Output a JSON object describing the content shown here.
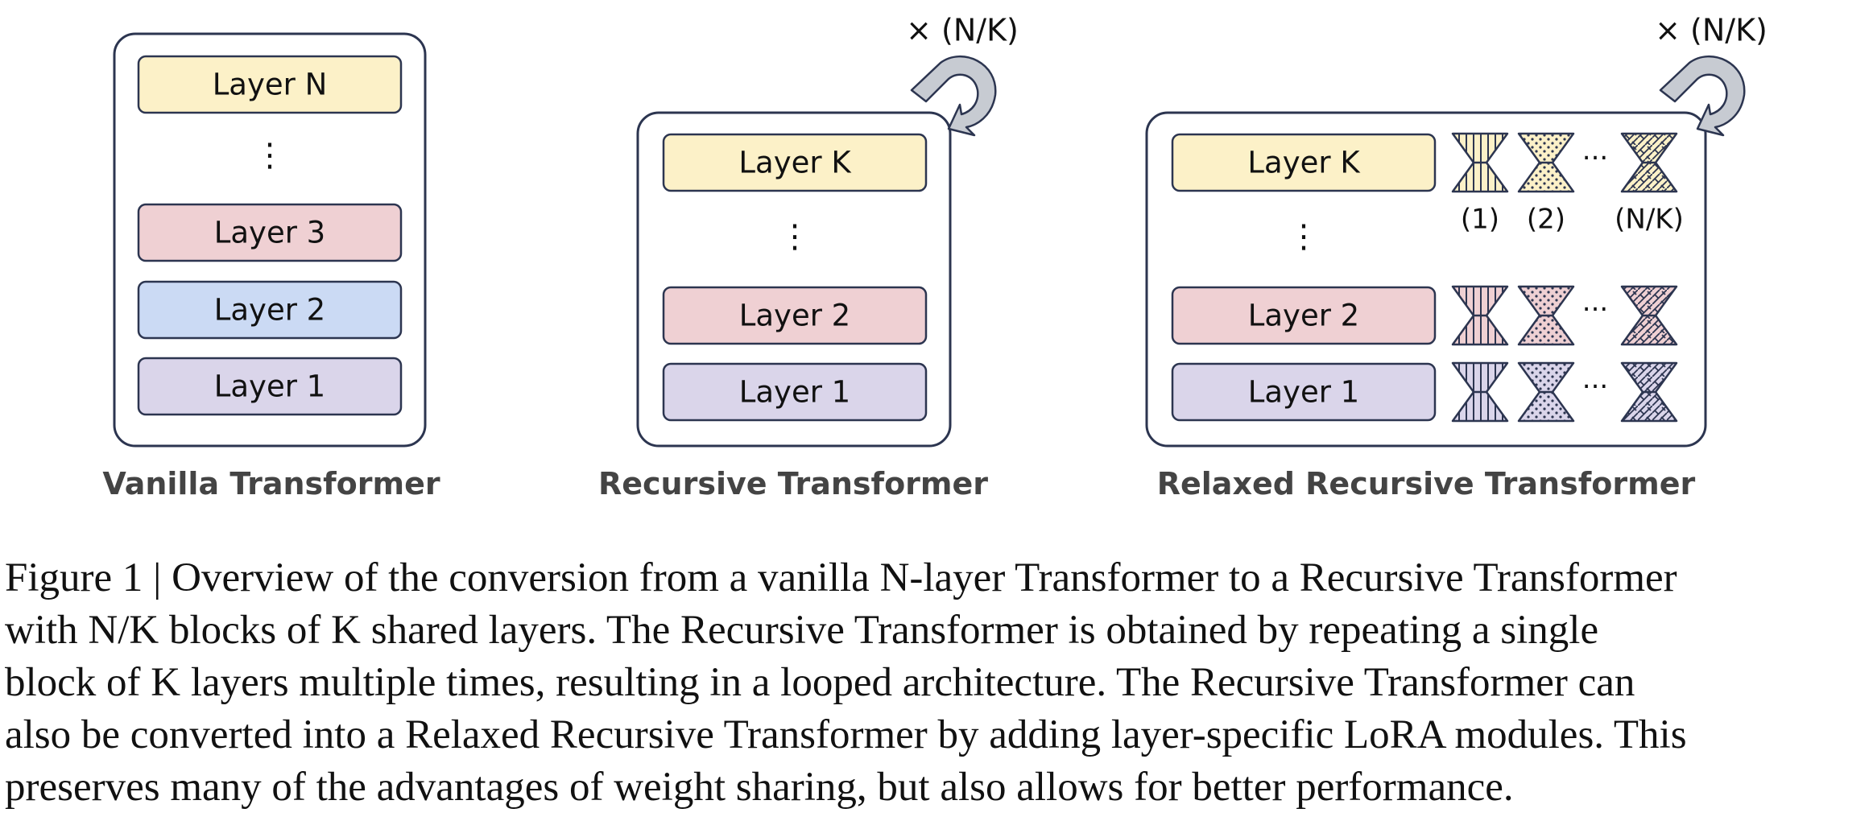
{
  "vanilla": {
    "title": "Vanilla Transformer",
    "layers": [
      "Layer N",
      "⋮",
      "Layer 3",
      "Layer 2",
      "Layer 1"
    ]
  },
  "recursive": {
    "title": "Recursive Transformer",
    "repeat": "× (N/K)",
    "layers": [
      "Layer K",
      "⋮",
      "Layer 2",
      "Layer 1"
    ]
  },
  "relaxed": {
    "title": "Relaxed Recursive Transformer",
    "repeat": "× (N/K)",
    "layers": [
      "Layer K",
      "⋮",
      "Layer 2",
      "Layer 1"
    ],
    "lora_labels": [
      "(1)",
      "(2)",
      "(N/K)"
    ],
    "ellipsis": "···"
  },
  "colors": {
    "yellow": "#fcf1c8",
    "red": "#efd0d3",
    "blue": "#cbdaf4",
    "purple": "#dad5ea",
    "border": "#2c3550",
    "arrow": "#c7cbd2"
  },
  "caption": {
    "lines": [
      "Figure 1 | Overview of the conversion from a vanilla N-layer Transformer to a Recursive Transformer",
      "with N/K blocks of K shared layers. The Recursive Transformer is obtained by repeating a single",
      "block of K layers multiple times, resulting in a looped architecture. The Recursive Transformer can",
      "also be converted into a Relaxed Recursive Transformer by adding layer-specific LoRA modules. This",
      "preserves many of the advantages of weight sharing, but also allows for better performance."
    ]
  }
}
